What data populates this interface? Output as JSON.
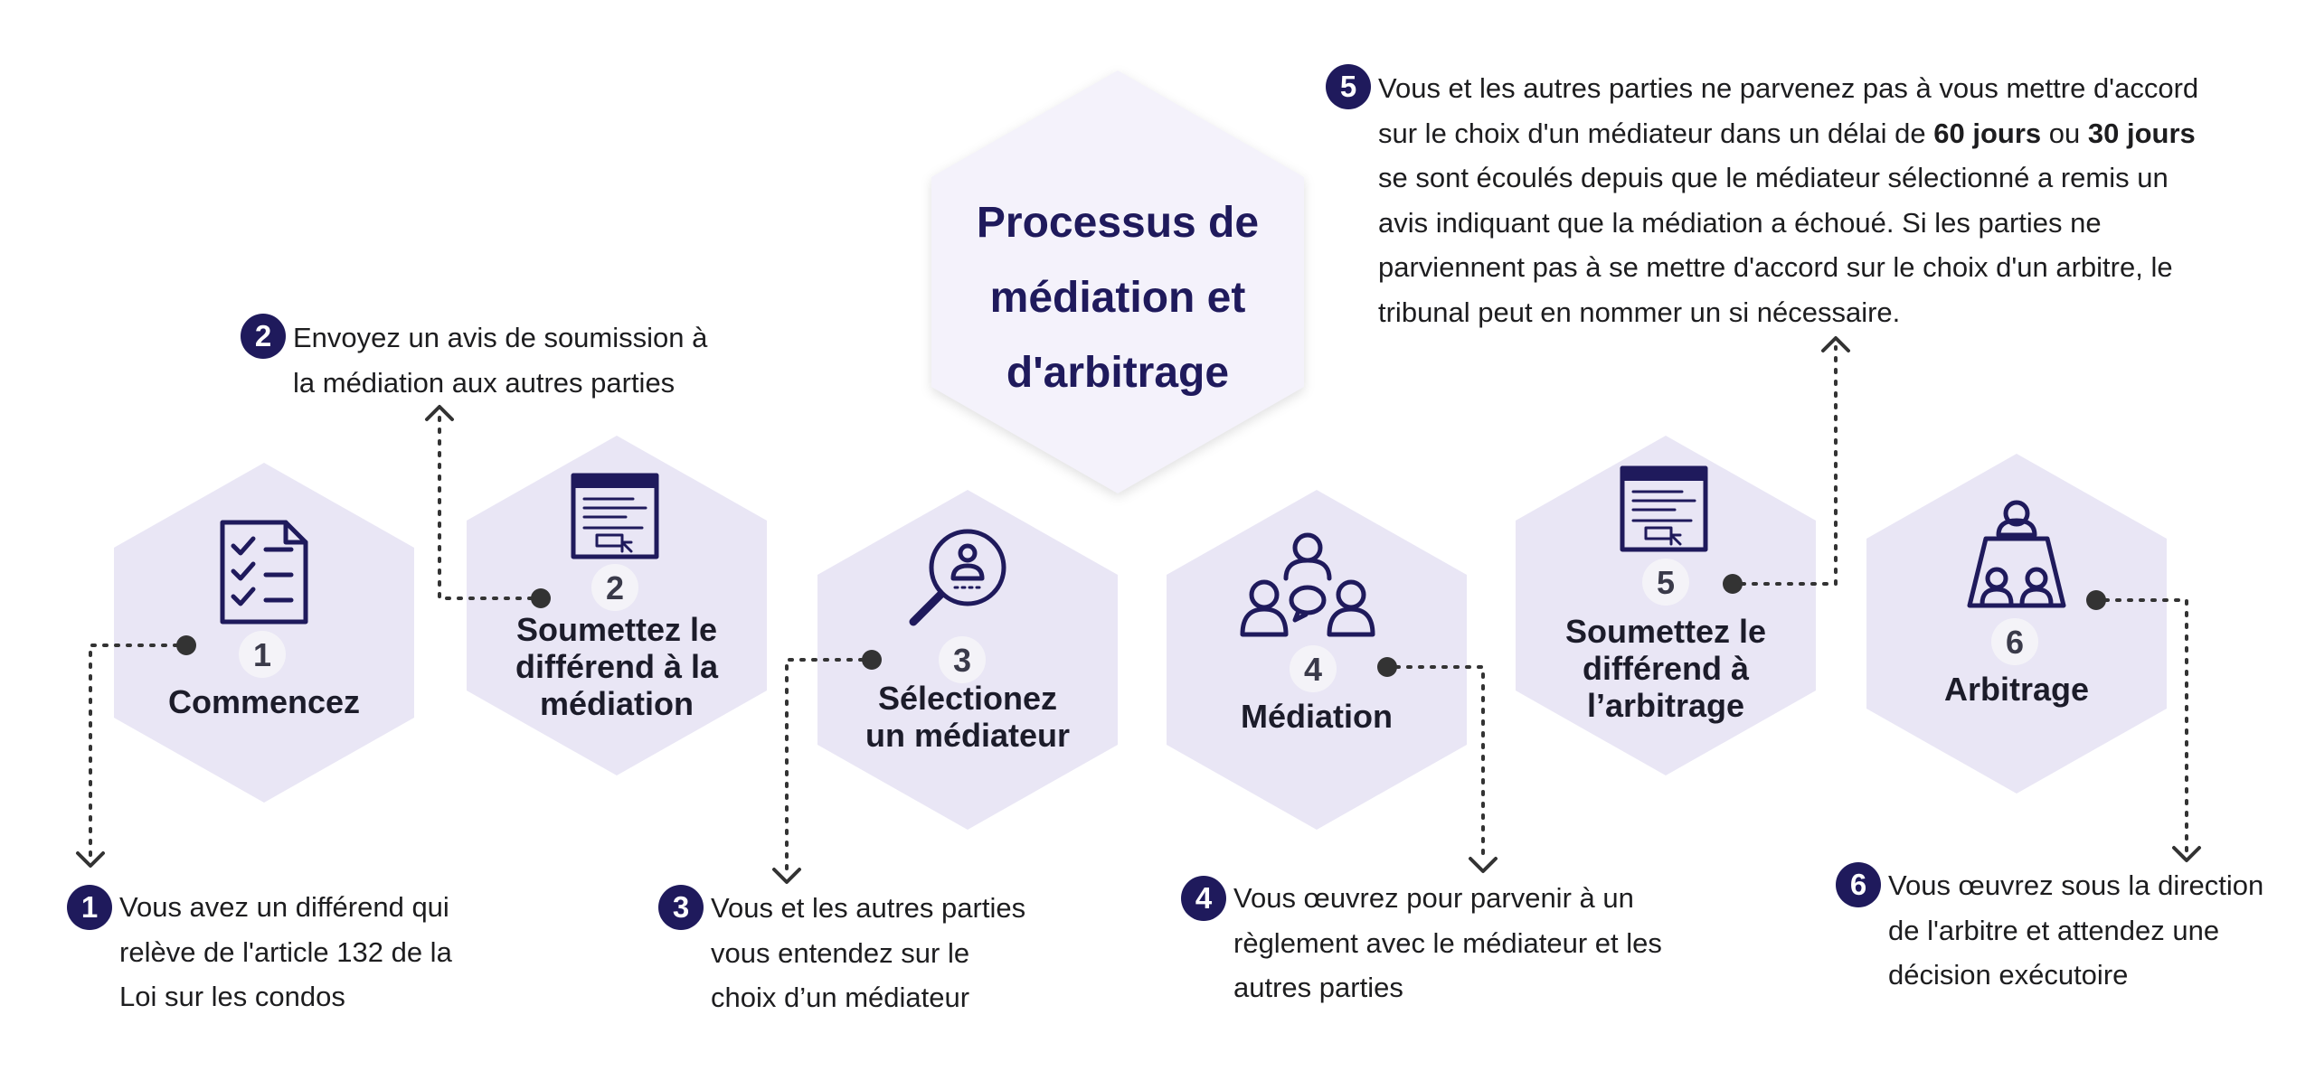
{
  "title": {
    "line1": "Processus de",
    "line2": "médiation et",
    "line3": "d'arbitrage"
  },
  "steps": [
    {
      "number": "1",
      "label_lines": [
        "Commencez"
      ],
      "icon": "checklist-icon"
    },
    {
      "number": "2",
      "label_lines": [
        "Soumettez le",
        "différend à la",
        "médiation"
      ],
      "icon": "web-form-icon"
    },
    {
      "number": "3",
      "label_lines": [
        "Sélectionez",
        "un médiateur"
      ],
      "icon": "search-person-icon"
    },
    {
      "number": "4",
      "label_lines": [
        "Médiation"
      ],
      "icon": "group-discussion-icon"
    },
    {
      "number": "5",
      "label_lines": [
        "Soumettez le",
        "différend à",
        "l’arbitrage"
      ],
      "icon": "web-form-icon"
    },
    {
      "number": "6",
      "label_lines": [
        "Arbitrage"
      ],
      "icon": "arbitration-table-icon"
    }
  ],
  "notes": {
    "n1": {
      "badge": "1",
      "lines": [
        "Vous avez un différend qui",
        "relève de l'article 132 de la",
        "Loi sur les condos"
      ]
    },
    "n2": {
      "badge": "2",
      "lines": [
        "Envoyez un avis de soumission à",
        "la médiation aux autres parties"
      ]
    },
    "n3": {
      "badge": "3",
      "lines": [
        "Vous et les autres parties",
        "vous entendez sur le",
        "choix d’un médiateur"
      ]
    },
    "n4": {
      "badge": "4",
      "lines": [
        "Vous œuvrez pour parvenir à un",
        "règlement avec le médiateur et les",
        "autres parties"
      ]
    },
    "n5": {
      "badge": "5",
      "line1": "Vous et les autres parties ne parvenez pas à vous mettre d'accord",
      "line2_a": "sur le choix d'un médiateur dans un délai de ",
      "line2_b": "60 jours",
      "line2_c": " ou ",
      "line2_d": "30 jours",
      "line3": "se sont écoulés depuis que le médiateur sélectionné a remis un",
      "line4": "avis indiquant que la médiation a échoué. Si les parties ne",
      "line5": "parviennent pas à se mettre d'accord sur le choix d'un arbitre, le",
      "line6": "tribunal peut en nommer un si nécessaire."
    },
    "n6": {
      "badge": "6",
      "lines": [
        "Vous œuvrez sous la direction",
        "de l'arbitre et attendez une",
        "décision exécutoire"
      ]
    }
  }
}
